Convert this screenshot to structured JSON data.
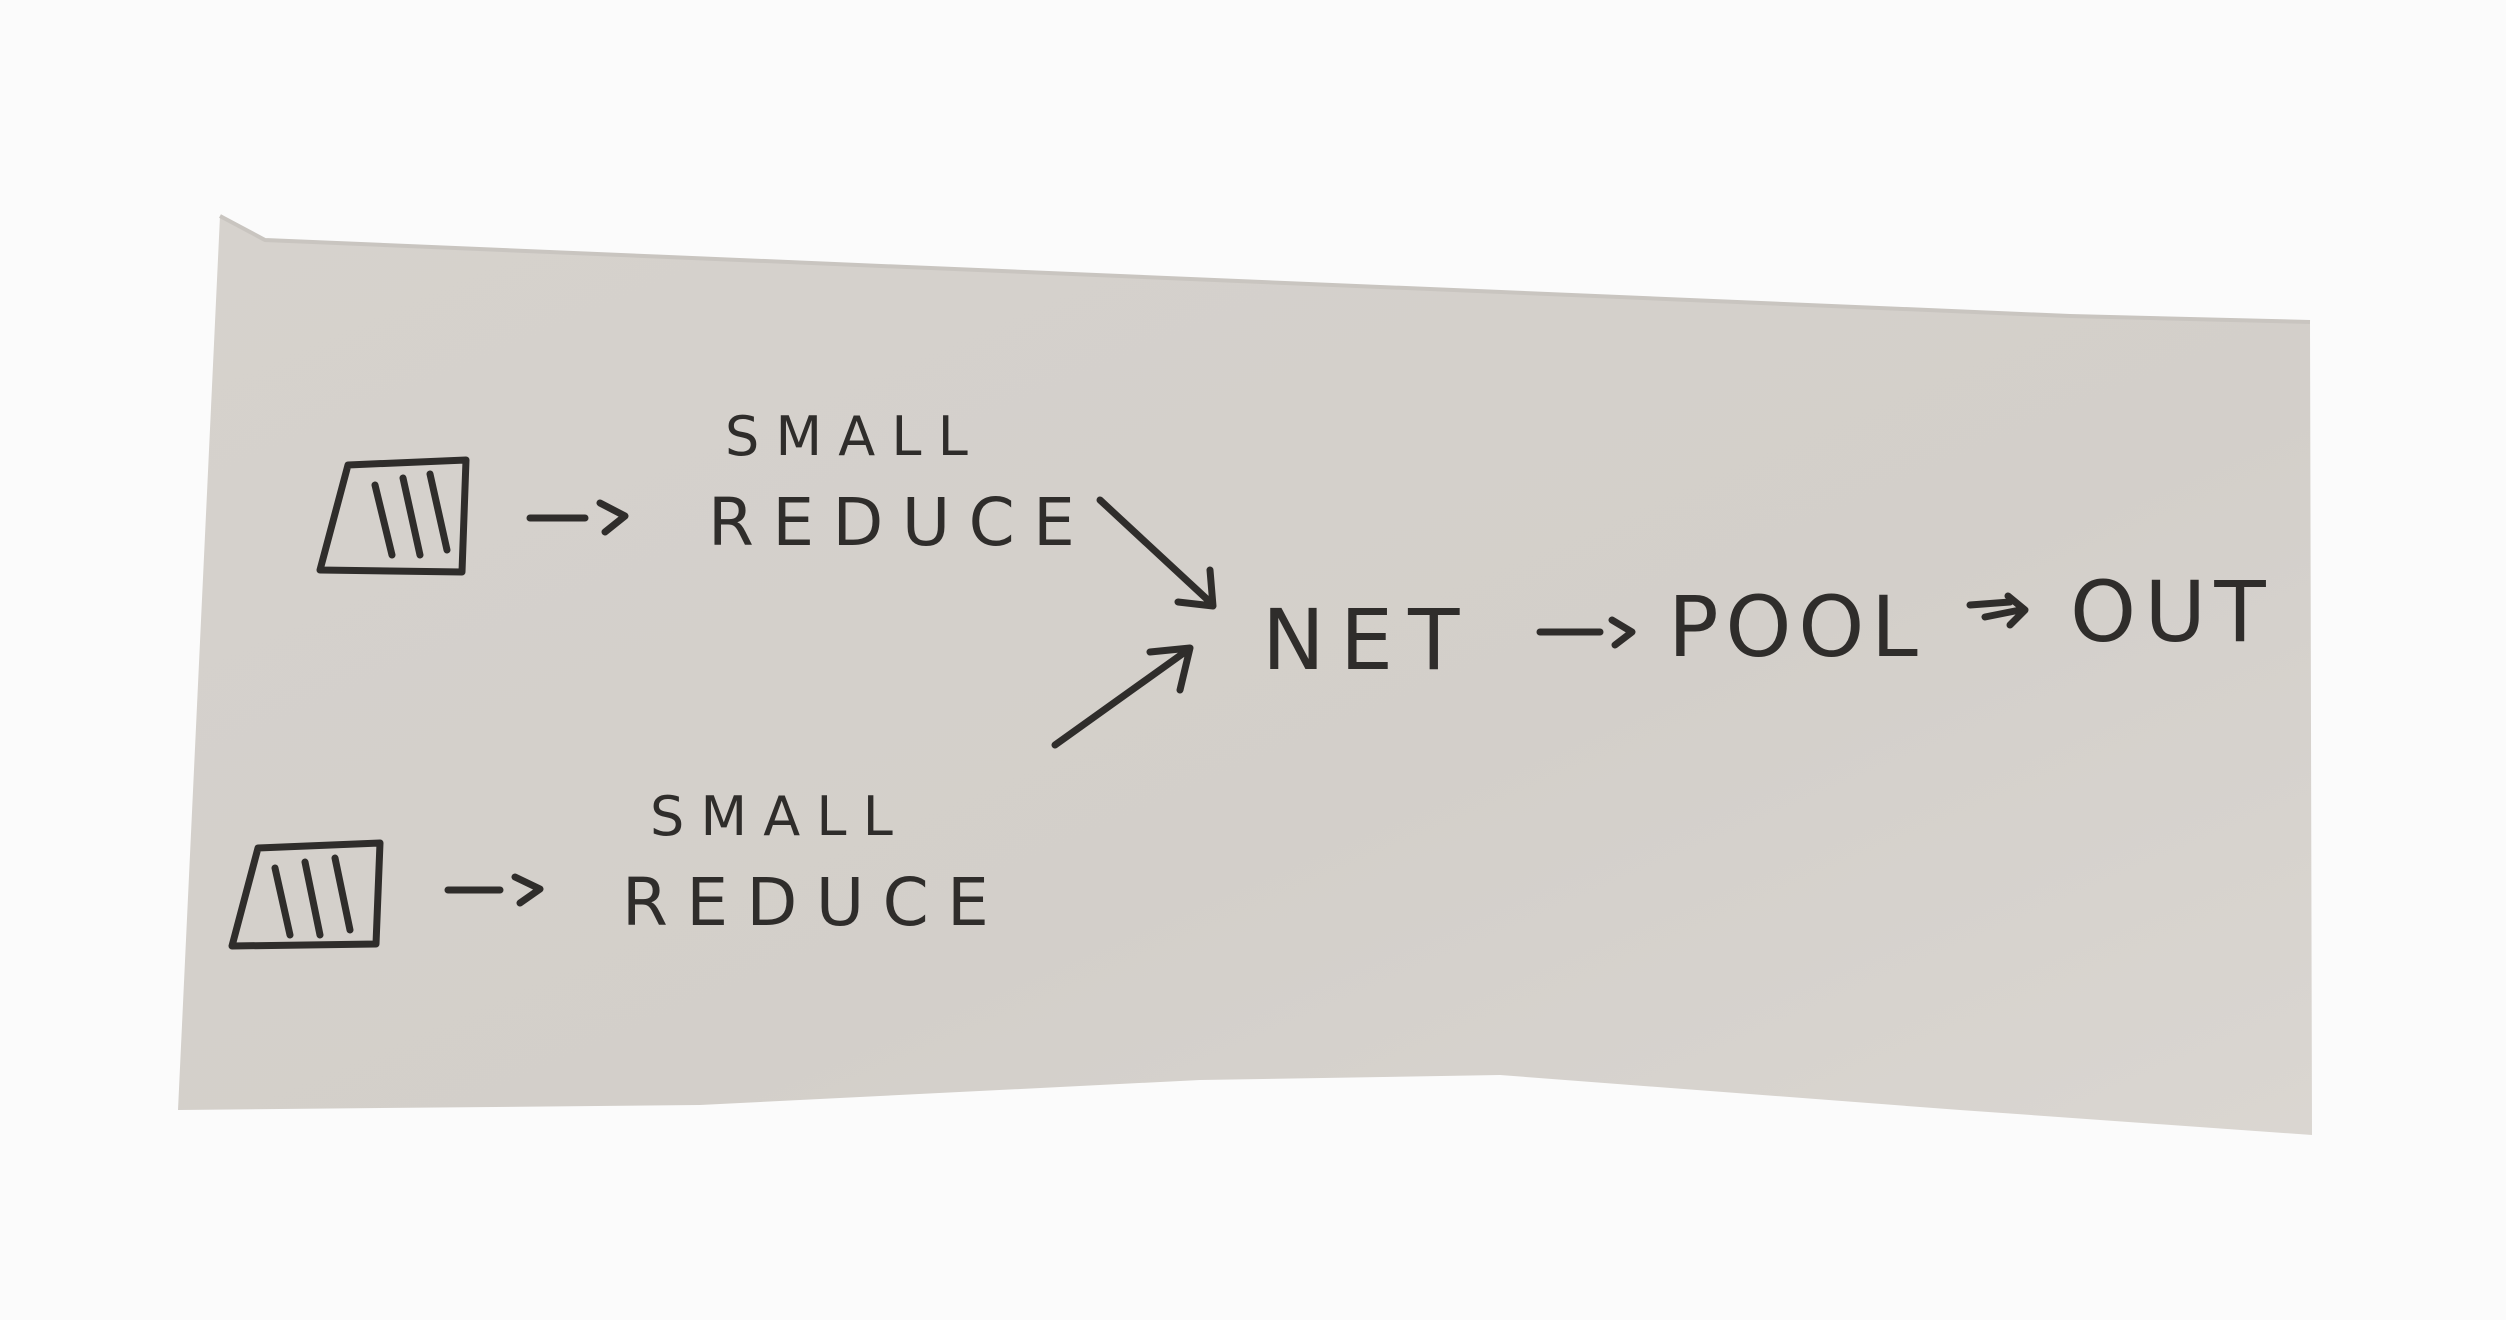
{
  "diagram": {
    "branches": [
      {
        "input_icon": "hatched-square-icon",
        "line1": "SMALL",
        "line2": "REDUCE"
      },
      {
        "input_icon": "hatched-square-icon",
        "line1": "SMALL",
        "line2": "REDUCE"
      }
    ],
    "merge_label": "NET",
    "pool_label": "POOL",
    "out_label": "OUT",
    "colors": {
      "paper": "#d3cfca",
      "ink": "#2f2d2b",
      "background": "#fbfbfb"
    }
  }
}
